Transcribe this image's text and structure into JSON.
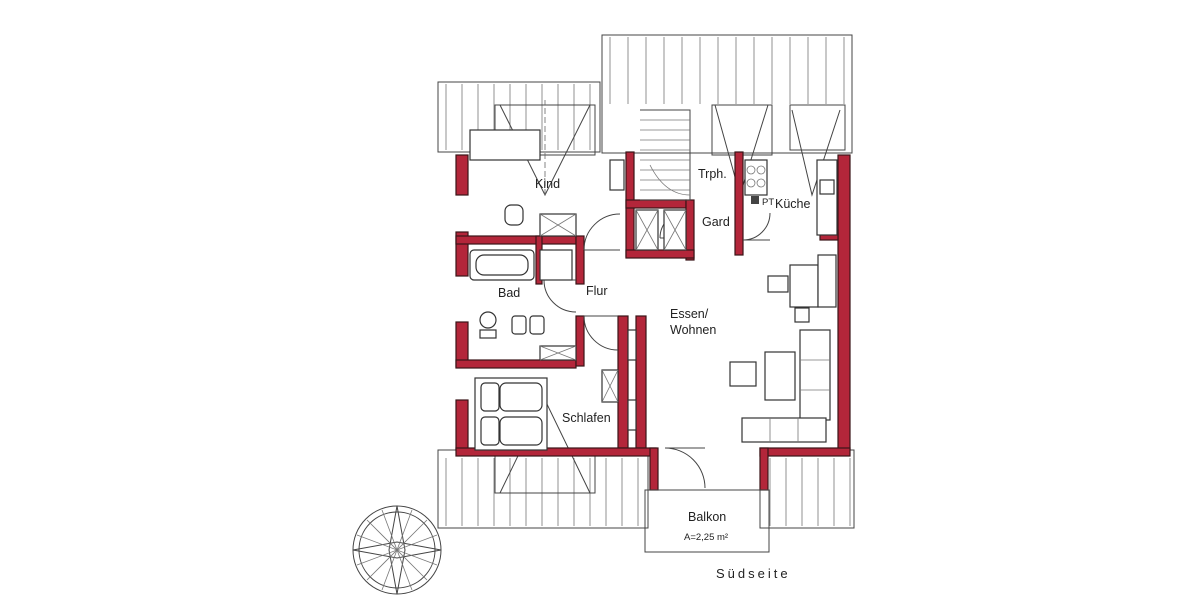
{
  "rooms": {
    "kind": "Kind",
    "trph": "Trph.",
    "gard": "Gard",
    "kueche": "Küche",
    "pt": "PT",
    "bad": "Bad",
    "flur": "Flur",
    "essen": "Essen/",
    "wohnen": "Wohnen",
    "schlafen": "Schlafen",
    "balkon": "Balkon",
    "balkon_area": "A=2,25 m²"
  },
  "orientation": {
    "label": "Südseite"
  },
  "colors": {
    "wall": "#b3263a",
    "line": "#444444"
  }
}
